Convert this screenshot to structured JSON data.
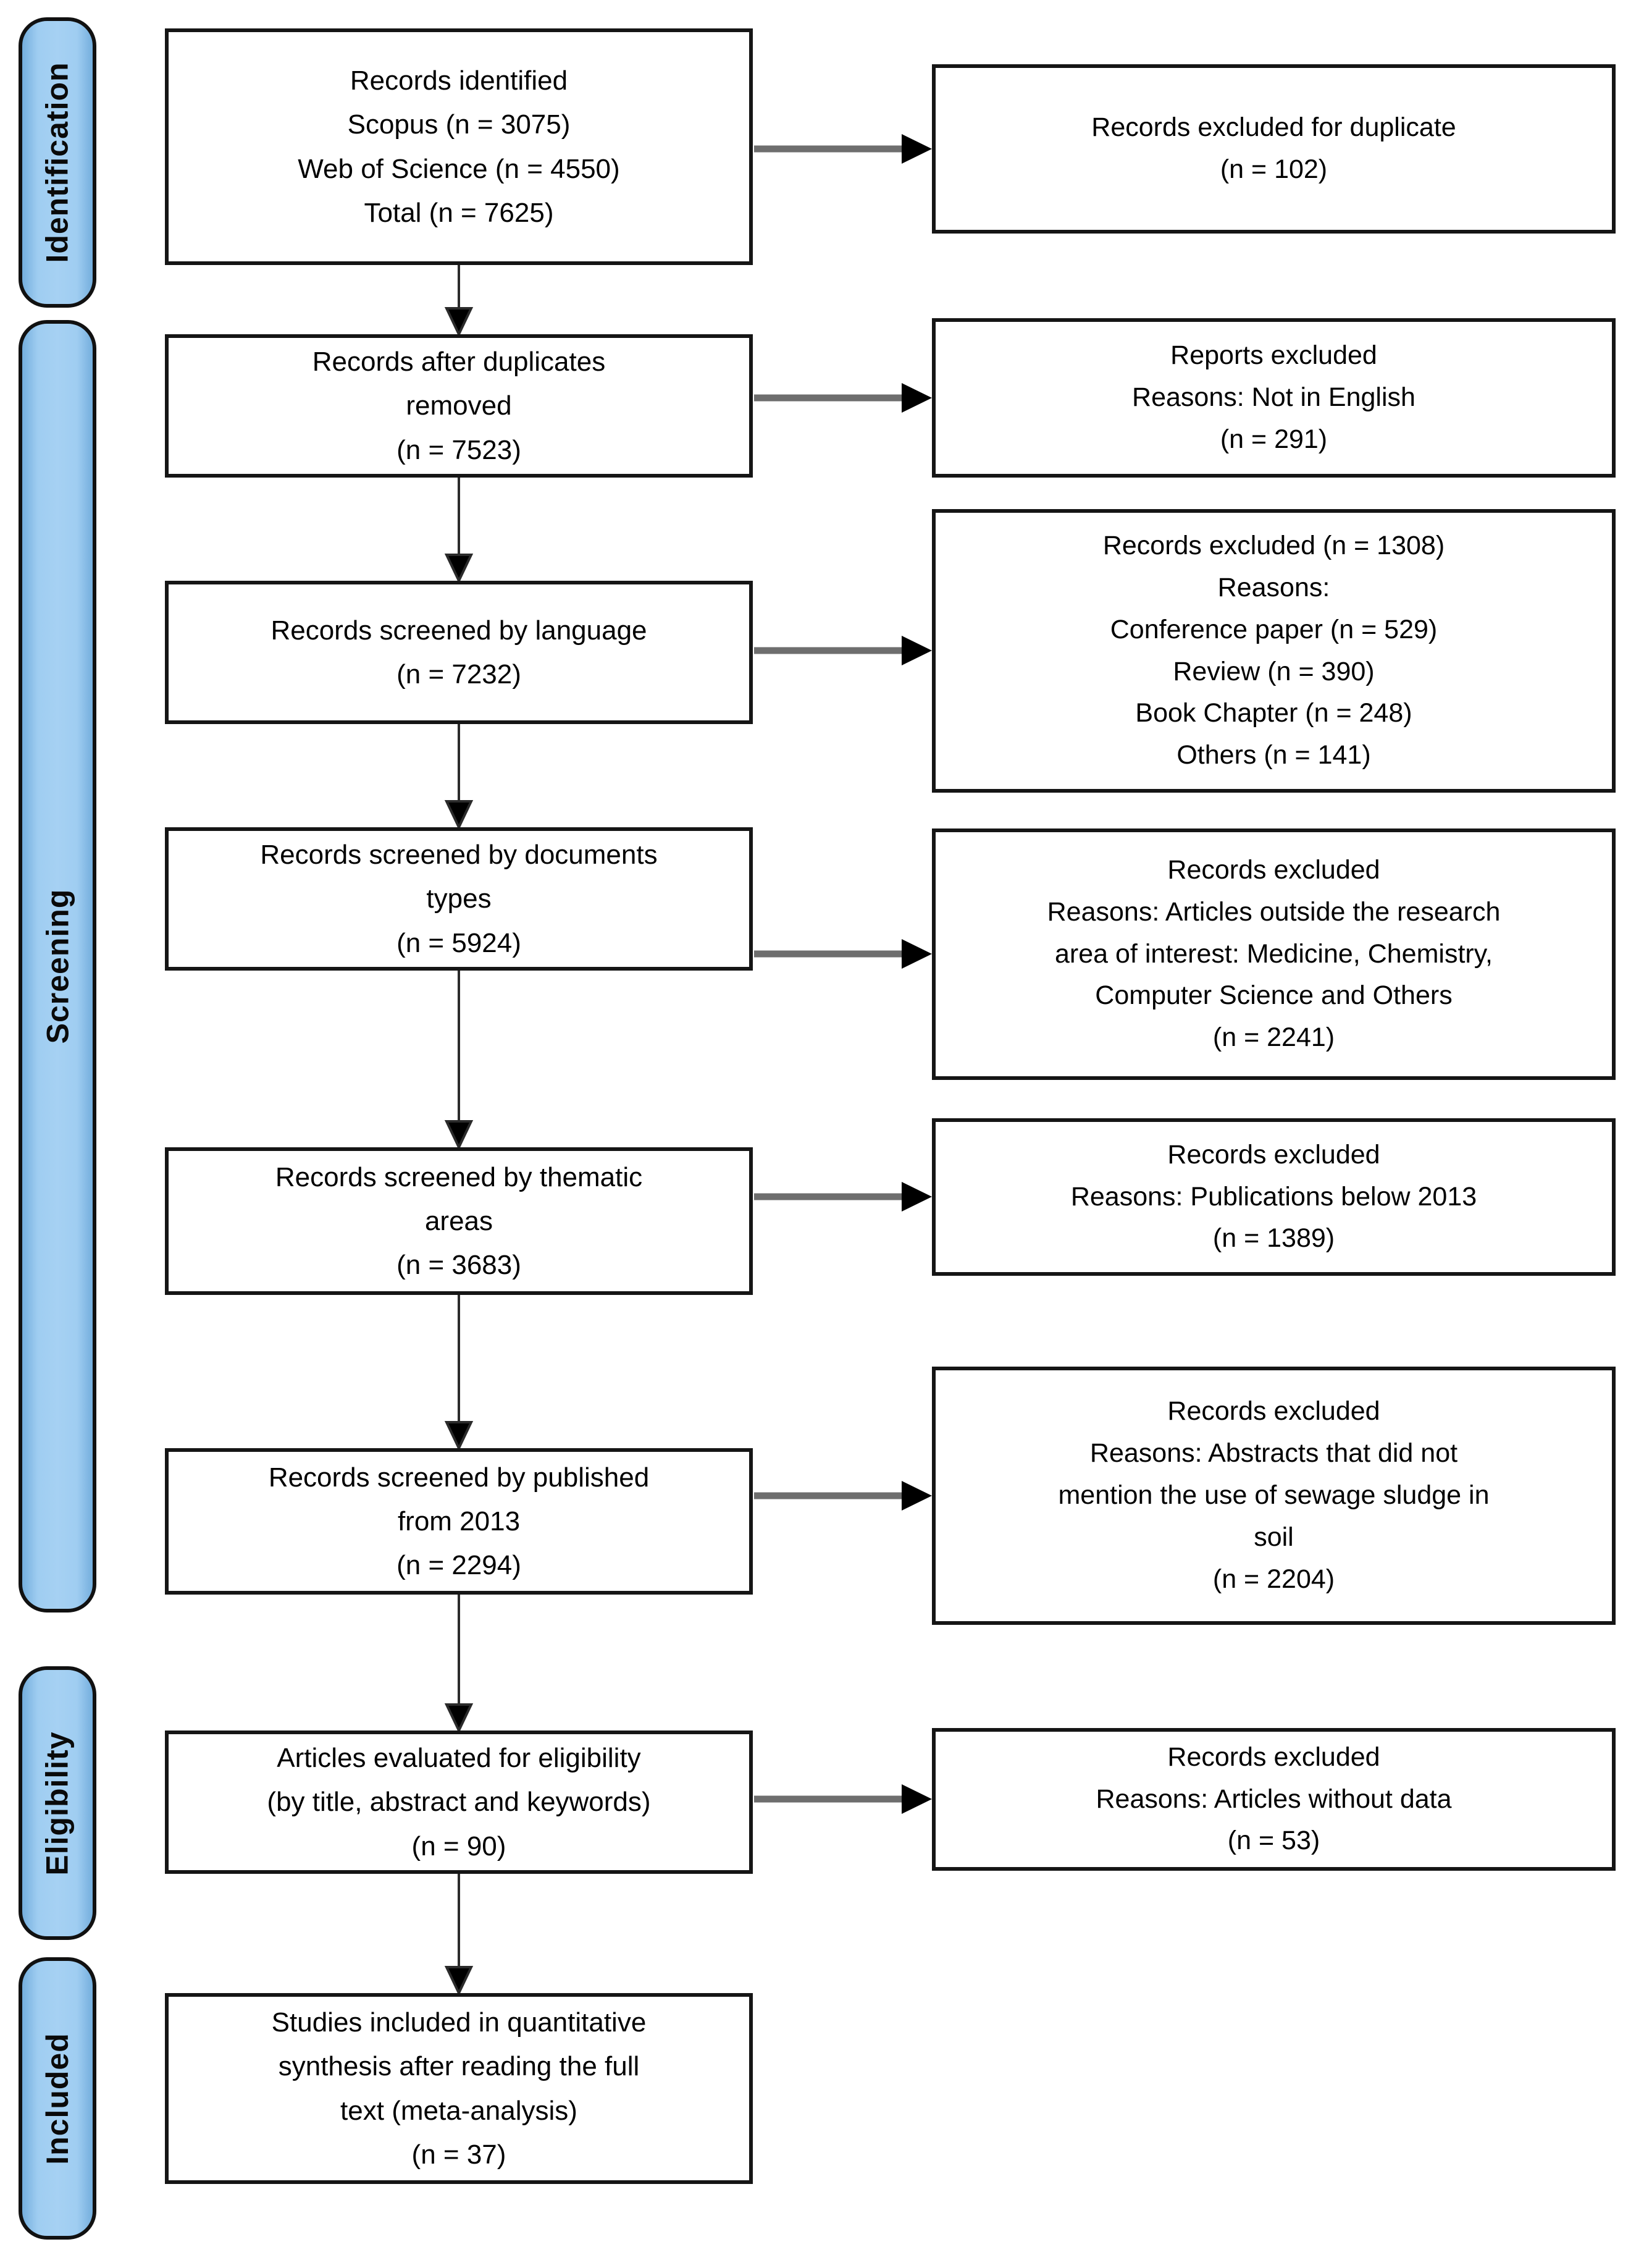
{
  "diagram": {
    "type": "prisma-flow",
    "colors": {
      "stage_pill_fill": "#9FCDF1",
      "stage_pill_border": "#111111",
      "box_border": "#151515",
      "connector_gray": "#6e6e6e",
      "arrow_black": "#000000",
      "background": "#ffffff"
    },
    "sidebar": {
      "stages": [
        {
          "label": "Identification"
        },
        {
          "label": "Screening"
        },
        {
          "label": "Eligibility"
        },
        {
          "label": "Included"
        }
      ]
    },
    "main_flow": [
      {
        "text": "Records identified\nScopus (n = 3075)\nWeb of Science (n = 4550)\nTotal (n = 7625)"
      },
      {
        "text": "Records after duplicates\nremoved\n(n = 7523)"
      },
      {
        "text": "Records screened by language\n(n = 7232)"
      },
      {
        "text": "Records screened by documents\ntypes\n(n = 5924)"
      },
      {
        "text": "Records screened by thematic\nareas\n(n = 3683)"
      },
      {
        "text": "Records screened by published\nfrom 2013\n(n = 2294)"
      },
      {
        "text": "Articles evaluated for eligibility\n(by title, abstract and keywords)\n(n = 90)"
      },
      {
        "text": "Studies included in quantitative\nsynthesis after reading the full\ntext (meta-analysis)\n(n = 37)"
      }
    ],
    "exclusion_boxes": [
      {
        "text": "Records excluded for duplicate\n(n = 102)"
      },
      {
        "text": "Reports excluded\nReasons: Not in English\n(n = 291)"
      },
      {
        "text": "Records excluded (n = 1308)\nReasons:\nConference paper (n = 529)\nReview (n = 390)\nBook Chapter (n = 248)\nOthers (n = 141)"
      },
      {
        "text": "Records excluded\nReasons: Articles outside the research\narea of interest: Medicine, Chemistry,\nComputer Science and Others\n(n = 2241)"
      },
      {
        "text": "Records excluded\nReasons: Publications below 2013\n(n = 1389)"
      },
      {
        "text": "Records excluded\nReasons: Abstracts that did not\nmention the use of sewage sludge in\nsoil\n(n = 2204)"
      },
      {
        "text": "Records excluded\nReasons: Articles without data\n(n = 53)"
      }
    ]
  }
}
